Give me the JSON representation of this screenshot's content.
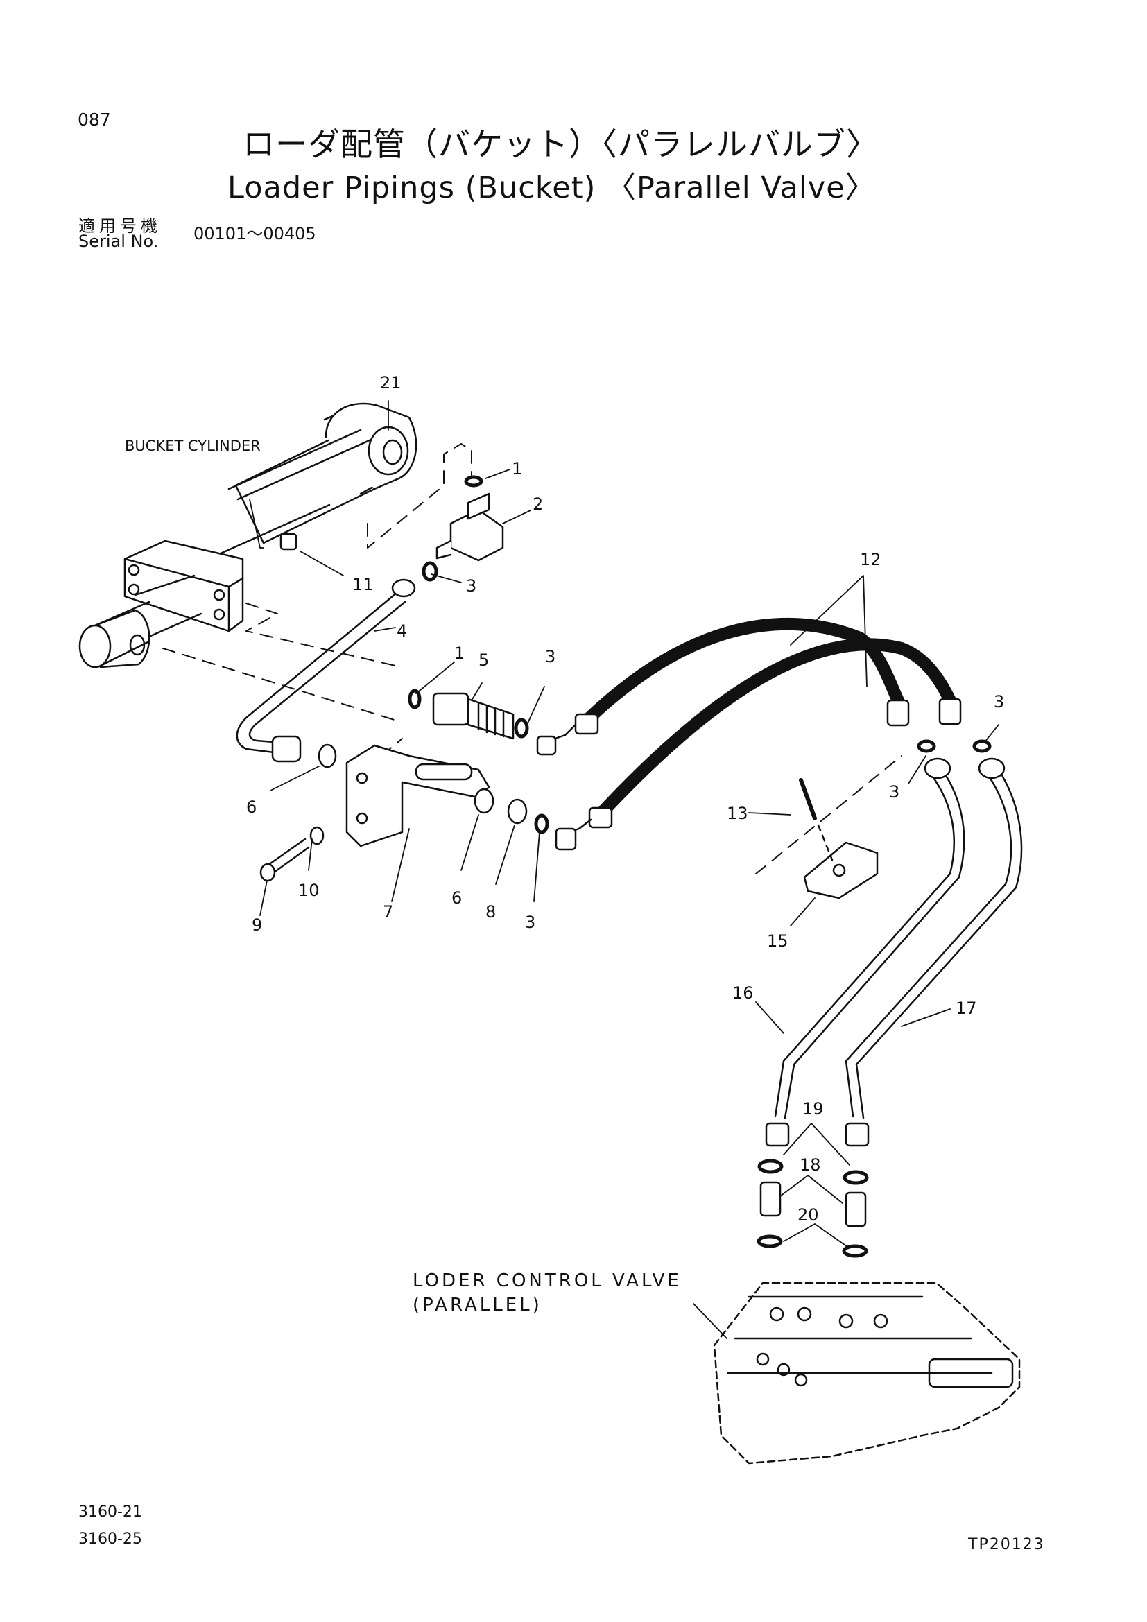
{
  "header": {
    "page_number": "087",
    "title_jp": "ローダ配管（バケット）〈パラレルバルブ〉",
    "title_en": "Loader Pipings (Bucket) 〈Parallel Valve〉",
    "serial_label_jp": "適用号機",
    "serial_label_en": "Serial No.",
    "serial_range": "00101～00405"
  },
  "diagram": {
    "labels": {
      "bucket_cylinder": "BUCKET CYLINDER",
      "control_valve_line1": "LODER CONTROL VALVE",
      "control_valve_line2": "(PARALLEL)"
    },
    "callouts": {
      "c21": "21",
      "c1a": "1",
      "c2": "2",
      "c3a": "3",
      "c11": "11",
      "c4": "4",
      "c1b": "1",
      "c5": "5",
      "c3b": "3",
      "c12": "12",
      "c3c": "3",
      "c3d": "3",
      "c6a": "6",
      "c10": "10",
      "c9": "9",
      "c7": "7",
      "c6b": "6",
      "c8": "8",
      "c3e": "3",
      "c13": "13",
      "c15": "15",
      "c16": "16",
      "c17": "17",
      "c19": "19",
      "c18": "18",
      "c20": "20"
    }
  },
  "footer": {
    "codes": [
      "3160-21",
      "3160-25"
    ],
    "ref": "TP20123"
  }
}
